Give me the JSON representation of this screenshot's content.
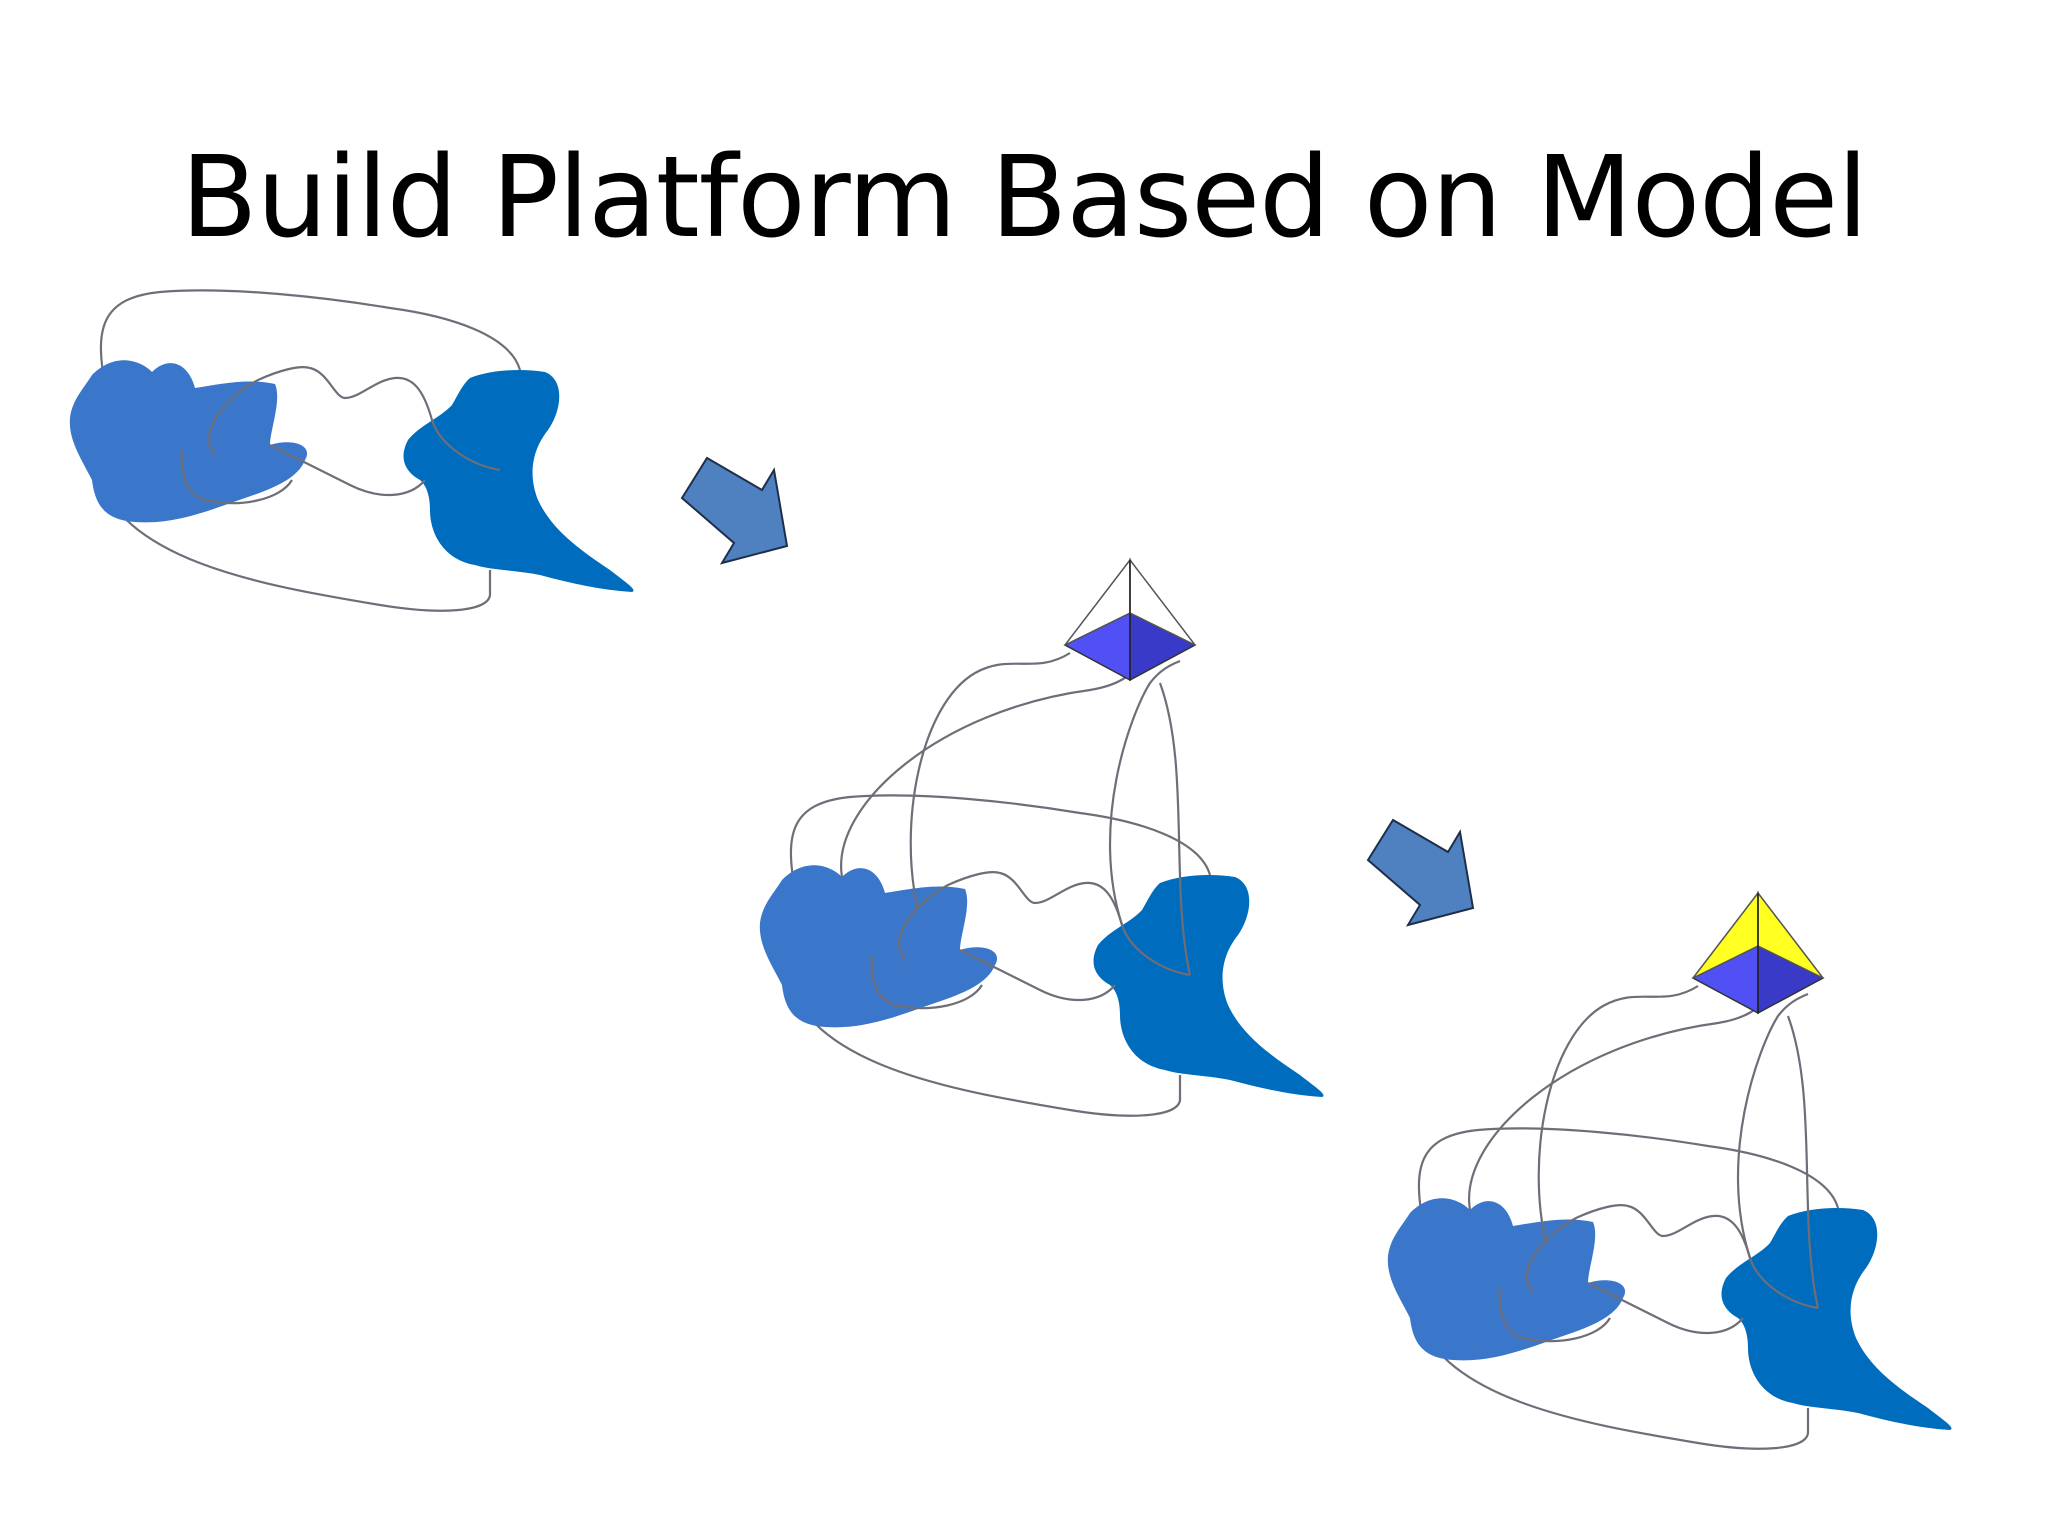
{
  "slide": {
    "title": "Build Platform Based on Model"
  },
  "colors": {
    "blob_light": "#3a76c9",
    "blob_dark": "#006cbd",
    "arrow_fill": "#4f81c0",
    "arrow_stroke": "#1f2f4a",
    "pyramid_left": "#5050f5",
    "pyramid_right": "#3a3ac8",
    "pyramid_top_yellow": "#ffff22",
    "wire": "#6e6e78"
  },
  "diagram": {
    "stages": [
      {
        "name": "model",
        "has_platform": false,
        "platform_top_highlight": false
      },
      {
        "name": "model-with-platform",
        "has_platform": true,
        "platform_top_highlight": false
      },
      {
        "name": "model-with-highlighted-platform",
        "has_platform": true,
        "platform_top_highlight": true
      }
    ],
    "arrows": 2
  }
}
